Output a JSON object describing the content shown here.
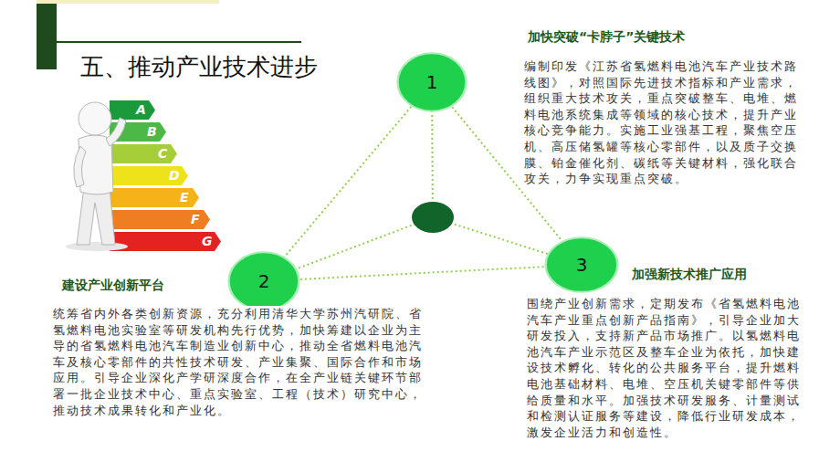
{
  "diagram": {
    "title": "五、推动产业技术进步",
    "nodes": [
      {
        "text": [
          "1"
        ]
      },
      {
        "text": [
          "2"
        ]
      },
      {
        "text": [
          "3"
        ]
      }
    ],
    "edges": [
      {
        "from": 0,
        "to": 1,
        "arrow": "none"
      },
      {
        "from": 0,
        "to": 2,
        "arrow": "none"
      },
      {
        "from": 1,
        "to": 2,
        "arrow": "none"
      }
    ],
    "labels": [
      "A",
      "B",
      "C",
      "D",
      "E",
      "F",
      "G",
      "加快突破“卡脖子”关键技术",
      "编制印发《江苏省氢燃料电池汽车产业技术路线图》，对照国际先进技术指标和产业需求，组织重大技术攻关，重点突破整车、电堆、燃料电池系统集成等领域的核心技术，提升产业核心竞争能力。实施工业强基工程，聚焦空压机、高压储氢罐等核心零部件，以及质子交换膜、铂金催化剂、碳纸等关键材料，强化联合攻关，力争实现重点突破。",
      "建设产业创新平台",
      "统筹省内外各类创新资源，充分利用清华大学苏州汽研院、省氢燃料电池实验室等研发机构先行优势，加快筹建以企业为主导的省氢燃料电池汽车制造业创新中心，推动全省燃料电池汽车及核心零部件的共性技术研发、产业集聚、国际合作和市场应用。引导企业深化产学研深度合作，在全产业链关键环节部署一批企业技术中心、重点实验室、工程（技术）研究中心，推动技术成果转化和产业化。",
      "加强新技术推广应用",
      "围绕产业创新需求，定期发布《省氢燃料电池汽车产业重点创新产品指南》，引导企业加大研发投入，支持新产品市场推广。以氢燃料电池汽车产业示范区及整车企业为依托，加快建设技术孵化、转化的公共服务平台，提升燃料电池基础材料、电堆、空压机关键零部件等供给质量和水平。加强技术研发服务、计量测试和检测认证服务等建设，降低行业研发成本，激发企业活力和创造性。"
    ]
  }
}
